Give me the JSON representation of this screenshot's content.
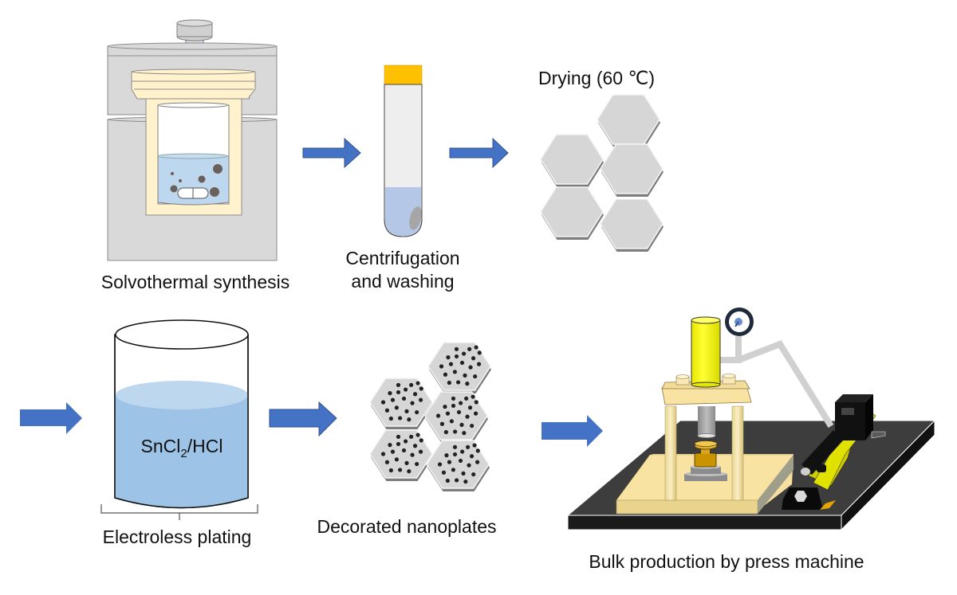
{
  "figure": {
    "title": "Process schematic: synthesis of Sn-decorated nanoplates and bulk production",
    "colors": {
      "arrow": "#4472c4",
      "arrow_stroke": "#2f528f",
      "autoclave_gray": "#d9d9d9",
      "teflon_liner": "#fff2cc",
      "solution_blue": "#b4cbe8",
      "tube_cap": "#ffc000",
      "plate_gray": "#d6d6d6",
      "dots": "#222222",
      "beaker_liquid": "#9dc3e6",
      "press_base": "#3c3c3c",
      "press_wood": "#f8e3a3",
      "press_cylinder": "#ffff00",
      "pump_yellow": "#cccc00"
    }
  },
  "steps": [
    {
      "id": "solvothermal",
      "label": "Solvothermal synthesis"
    },
    {
      "id": "centrifugation",
      "label_line1": "Centrifugation",
      "label_line2": "and washing"
    },
    {
      "id": "drying",
      "label": "Drying (60 ℃)"
    },
    {
      "id": "plating",
      "label": "Electroless plating",
      "solution_main": "SnCl",
      "solution_sub": "2",
      "solution_tail": "/HCl"
    },
    {
      "id": "decorated",
      "label": "Decorated nanoplates"
    },
    {
      "id": "press",
      "label": "Bulk production by press machine"
    }
  ],
  "arrows": [
    {
      "from": "solvothermal",
      "to": "centrifugation"
    },
    {
      "from": "centrifugation",
      "to": "drying"
    },
    {
      "from": "drying",
      "to": "plating"
    },
    {
      "from": "plating",
      "to": "decorated"
    },
    {
      "from": "decorated",
      "to": "press"
    }
  ]
}
